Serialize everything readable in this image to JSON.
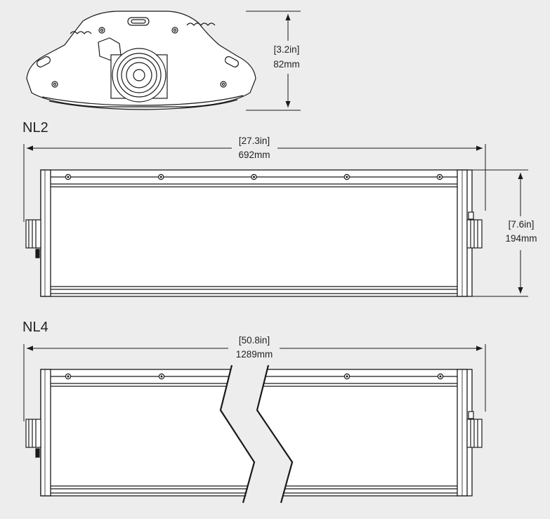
{
  "end_view": {
    "height_in": "[3.2in]",
    "height_mm": "82mm"
  },
  "nl2": {
    "model_label": "NL2",
    "length_in": "[27.3in]",
    "length_mm": "692mm",
    "height_in": "[7.6in]",
    "height_mm": "194mm",
    "screw_count": 5
  },
  "nl4": {
    "model_label": "NL4",
    "length_in": "[50.8in]",
    "length_mm": "1289mm",
    "screw_count": 4,
    "has_break_lines": true
  },
  "colors": {
    "background": "#ededed",
    "line": "#1a1a1a",
    "fill": "#ffffff"
  }
}
